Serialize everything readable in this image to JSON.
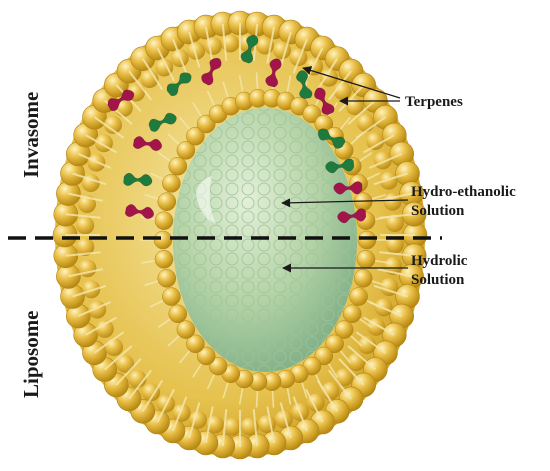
{
  "diagram": {
    "side_labels": {
      "top": "Invasome",
      "bottom": "Liposome"
    },
    "callouts": {
      "terpenes": "Terpenes",
      "hydro_ethanolic_line1": "Hydro-ethanolic",
      "hydro_ethanolic_line2": "Solution",
      "hydrolic_line1": "Hydrolic",
      "hydrolic_line2": "Solution"
    },
    "colors": {
      "lipid_head": "#e3b52b",
      "lipid_head_highlight": "#fbe9a6",
      "tail": "#f4e8b0",
      "core": "#bcd9b0",
      "terpene_green": "#1f7a3e",
      "terpene_red": "#a3154a",
      "divider": "#111111"
    }
  }
}
